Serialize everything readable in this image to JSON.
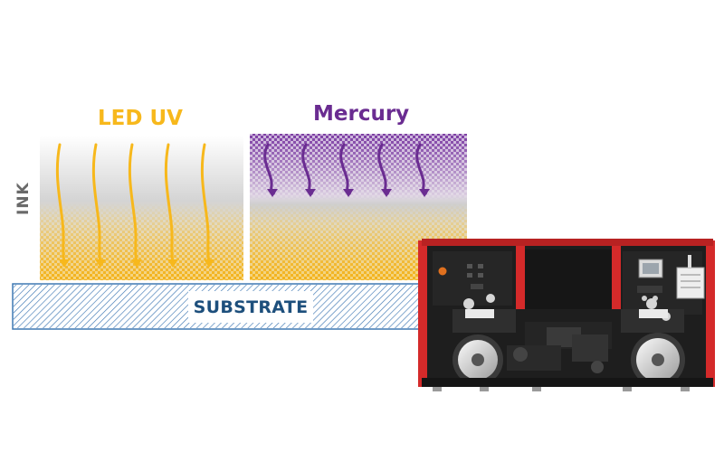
{
  "labels": {
    "led_uv": "LED UV",
    "mercury": "Mercury",
    "ink": "INK",
    "substrate": "SUBSTRATE"
  },
  "colors": {
    "led_uv": "#f7b81c",
    "mercury": "#6a2c91",
    "ink_text": "#6a6a6a",
    "substrate_text": "#1d4f7c",
    "substrate_hatch": "#3f78b3",
    "printer_frame": "#d42a2a",
    "printer_body": "#222222"
  },
  "icons": {
    "led_arrows": "wavy-down-arrow",
    "mercury_arrows": "wavy-down-arrow",
    "printer": "label-press-machine"
  },
  "diagram": {
    "led_arrow_count": 5,
    "mercury_arrow_count": 5
  }
}
